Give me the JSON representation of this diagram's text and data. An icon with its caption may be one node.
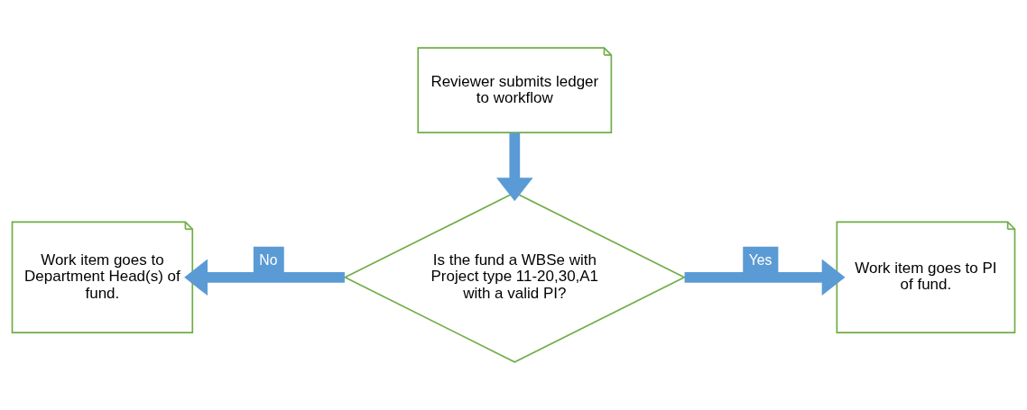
{
  "diagram": {
    "nodes": [
      {
        "text": [
          "Reviewer submits ledger to workflow"
        ]
      },
      {
        "text": [
          "Is the fund a WBSe with Project type 11-20,30,A1 with a valid PI?"
        ]
      },
      {
        "text": [
          "Work item goes to Department Head(s) of fund."
        ]
      },
      {
        "text": [
          "Work item goes to PI of fund."
        ]
      }
    ],
    "edges": [
      {
        "from": 0,
        "to": 1,
        "arrow": "to"
      },
      {
        "from": 1,
        "to": 2,
        "arrow": "to",
        "label": "No"
      },
      {
        "from": 1,
        "to": 3,
        "arrow": "to",
        "label": "Yes"
      }
    ]
  }
}
